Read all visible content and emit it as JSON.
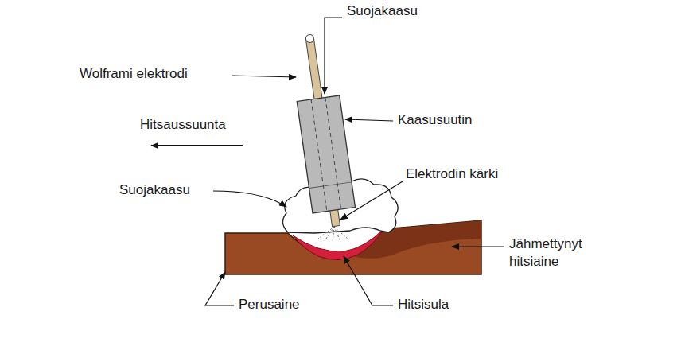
{
  "diagram": {
    "labels": [
      "Wolframi elektrodi",
      "Suojakaasu",
      "Hitsaussuunta",
      "Kaasusuutin",
      "Suojakaasu",
      "Elektrodin kärki",
      "Jähmettynyt hitsiaine",
      "Perusaine",
      "Hitsisula"
    ]
  }
}
